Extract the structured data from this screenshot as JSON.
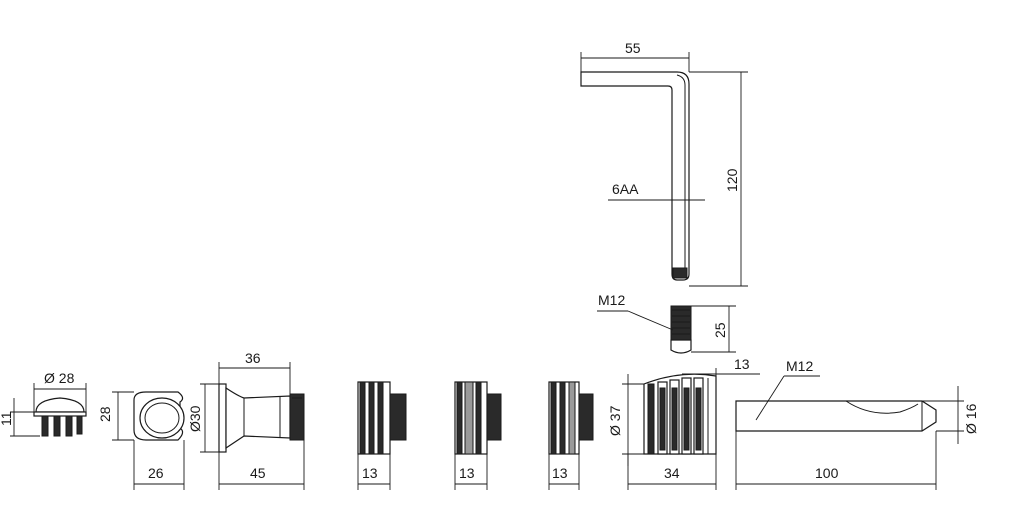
{
  "dimensions": {
    "cap_diameter": "Ø 28",
    "cap_height": "11",
    "holder_height": "28",
    "holder_width": "26",
    "holder_diameter": "Ø30",
    "nozzle_top": "36",
    "nozzle_length": "45",
    "insert_a_width": "13",
    "insert_b_width": "13",
    "insert_c_width": "13",
    "nut_diameter": "Ø 37",
    "nut_width": "34",
    "nut_offset": "13",
    "wrench_width": "55",
    "wrench_height": "120",
    "wrench_size": "6AA",
    "screw_thread": "M12",
    "screw_length": "25",
    "rod_thread": "M12",
    "rod_length": "100",
    "rod_diameter": "Ø 16"
  }
}
